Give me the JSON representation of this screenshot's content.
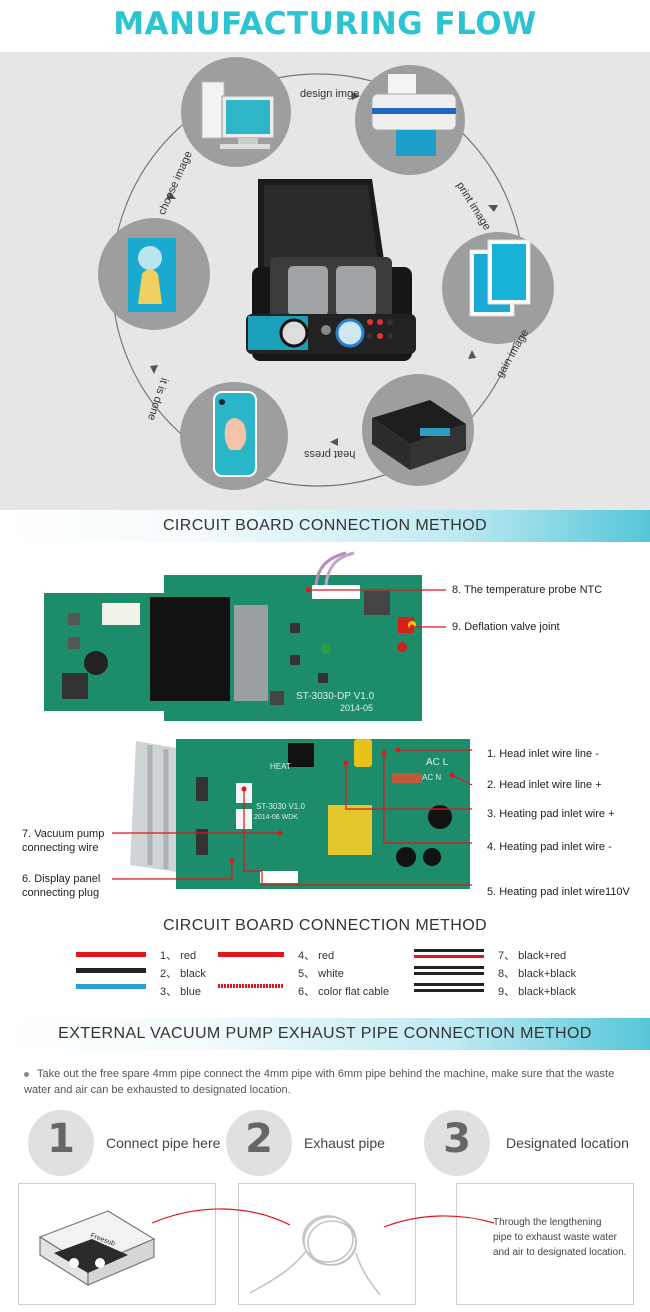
{
  "flow": {
    "title": "MANUFACTURING FLOW",
    "steps": {
      "design": "design imge",
      "print": "print image",
      "gain": "gain image",
      "heat": "heat press",
      "done": "it is done",
      "choose": "choose image"
    }
  },
  "circuit": {
    "header": "CIRCUIT BOARD CONNECTION METHOD",
    "board1_labels": [
      "8. The temperature probe NTC",
      "9. Deflation valve joint"
    ],
    "board1_silk": [
      "ST-3030-DP V1.0",
      "2014-05"
    ],
    "board2_right_labels": [
      "1. Head inlet wire line -",
      "2. Head inlet wire line +",
      "3. Heating pad inlet wire +",
      "4.  Heating pad inlet wire -",
      "5. Heating pad inlet wire110V"
    ],
    "board2_left_labels": [
      {
        "line1": "7. Vacuum pump",
        "line2": "connecting wire"
      },
      {
        "line1": "6. Display panel",
        "line2": "connecting plug"
      }
    ],
    "board2_silk": [
      "AC L",
      "AC N",
      "HEAT",
      "ST-3030 V1.0",
      "2014-06 WDK"
    ]
  },
  "legend": {
    "title": "CIRCUIT BOARD CONNECTION METHOD",
    "items": [
      "1、 red",
      "2、 black",
      "3、 blue",
      "4、 red",
      "5、 white",
      "6、 color flat cable",
      "7、 black+red",
      "8、 black+black",
      "9、 black+black"
    ],
    "colors": {
      "red": "#e0161b",
      "black": "#222222",
      "blue": "#2a9fd6"
    }
  },
  "pipe": {
    "header": "EXTERNAL VACUUM PUMP EXHAUST PIPE CONNECTION METHOD",
    "description": "Take out the free spare 4mm pipe connect the 4mm pipe with 6mm pipe behind the machine, make sure that the waste water and air can be exhausted to designated location.",
    "steps": [
      {
        "num": "1",
        "label": "Connect pipe here"
      },
      {
        "num": "2",
        "label": "Exhaust pipe"
      },
      {
        "num": "3",
        "label": "Designated location"
      }
    ],
    "box3_text": [
      "Through the lengthening",
      "pipe to exhaust waste water",
      "and air to designated location."
    ],
    "device_brand": "Freesub"
  },
  "theme": {
    "accent": "#2cc3d3",
    "panel": "#e6e6e6",
    "pcb": "#1f8f6e"
  }
}
